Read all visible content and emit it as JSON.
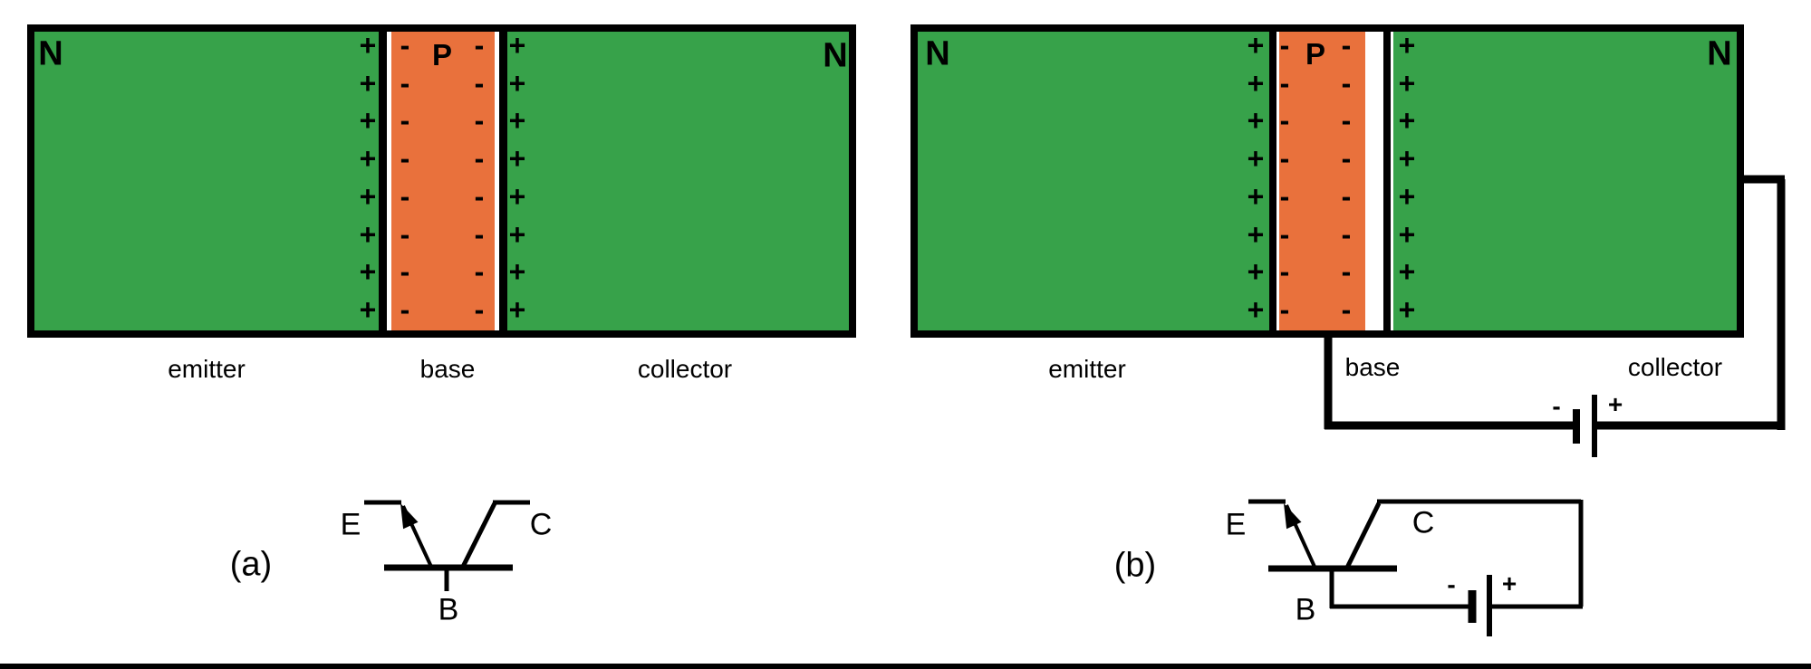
{
  "colors": {
    "n-region": "#37a24a",
    "p-region": "#e9713c",
    "ink": "#000000",
    "bg": "#ffffff"
  },
  "panel_a": {
    "caption": "(a)",
    "block": {
      "n_left": "N",
      "p": "P",
      "n_right": "N",
      "plus": "+",
      "minus": "-",
      "rows": 8
    },
    "labels": {
      "emitter": "emitter",
      "base": "base",
      "collector": "collector"
    },
    "symbol": {
      "e": "E",
      "c": "C",
      "b": "B"
    }
  },
  "panel_b": {
    "caption": "(b)",
    "block": {
      "n_left": "N",
      "p": "P",
      "n_right": "N",
      "plus": "+",
      "minus": "-",
      "rows": 8
    },
    "labels": {
      "emitter": "emitter",
      "base": "base",
      "collector": "collector"
    },
    "battery": {
      "minus": "-",
      "plus": "+"
    },
    "symbol": {
      "e": "E",
      "c": "C",
      "b": "B",
      "battery_minus": "-",
      "battery_plus": "+"
    }
  }
}
